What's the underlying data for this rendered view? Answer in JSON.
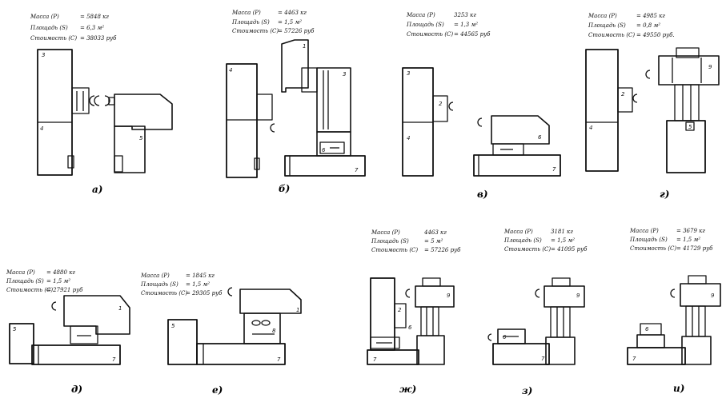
{
  "figure": {
    "panels": [
      {
        "id": "a",
        "caption": "а)",
        "specs": [
          {
            "label": "Масса (Р)",
            "value": "= 5848 кг"
          },
          {
            "label": "Площадь (S)",
            "value": "= 6,3 м²"
          },
          {
            "label": "Стоимость (С)",
            "value": "= 38033  руб"
          }
        ],
        "parts": [
          "3",
          "4",
          "5"
        ]
      },
      {
        "id": "b",
        "caption": "б)",
        "specs": [
          {
            "label": "Масса (Р)",
            "value": "= 4463 кг"
          },
          {
            "label": "Площадь (S)",
            "value": "= 1,5 м²"
          },
          {
            "label": "Стоимость (С)",
            "value": "= 57226  руб"
          }
        ],
        "parts": [
          "1",
          "3",
          "4",
          "6",
          "7"
        ]
      },
      {
        "id": "v",
        "caption": "в)",
        "specs": [
          {
            "label": "Масса (Р)",
            "value": "3253 кг"
          },
          {
            "label": "Площадь (S)",
            "value": "= 1,3 м²"
          },
          {
            "label": "Стоимость (С)",
            "value": "= 44565  руб"
          }
        ],
        "parts": [
          "2",
          "3",
          "4",
          "6",
          "7"
        ]
      },
      {
        "id": "g",
        "caption": "г)",
        "specs": [
          {
            "label": "Масса (Р)",
            "value": "= 4985 кг"
          },
          {
            "label": "Площадь (S)",
            "value": "= 0,8 м²"
          },
          {
            "label": "Стоимость (С)",
            "value": "= 49550 руб."
          }
        ],
        "parts": [
          "2",
          "4",
          "5",
          "9"
        ]
      },
      {
        "id": "d",
        "caption": "д)",
        "specs": [
          {
            "label": "Масса (Р)",
            "value": "= 4880 кг"
          },
          {
            "label": "Площадь (S)",
            "value": "= 1,5 м²"
          },
          {
            "label": "Стоимость (С)",
            "value": "= 27921 руб"
          }
        ],
        "parts": [
          "1",
          "5",
          "7"
        ]
      },
      {
        "id": "e",
        "caption": "е)",
        "specs": [
          {
            "label": "Масса (Р)",
            "value": "= 1845 кг"
          },
          {
            "label": "Площадь (S)",
            "value": "= 1,5 м²"
          },
          {
            "label": "Стоимость (С)",
            "value": "= 29305 руб"
          }
        ],
        "parts": [
          "1",
          "5",
          "7",
          "8"
        ]
      },
      {
        "id": "zh",
        "caption": "ж)",
        "specs": [
          {
            "label": "Масса (Р)",
            "value": "4463 кг"
          },
          {
            "label": "Площадь (S)",
            "value": "= 5 м²"
          },
          {
            "label": "Стоимость (С)",
            "value": "= 57226  руб"
          }
        ],
        "parts": [
          "2",
          "6",
          "7",
          "9"
        ]
      },
      {
        "id": "z",
        "caption": "з)",
        "specs": [
          {
            "label": "Масса (Р)",
            "value": "3181 кг"
          },
          {
            "label": "Площадь (S)",
            "value": "= 1,5 м²"
          },
          {
            "label": "Стоимость (С)",
            "value": "= 41095  руб"
          }
        ],
        "parts": [
          "6",
          "7",
          "9"
        ]
      },
      {
        "id": "i",
        "caption": "и)",
        "specs": [
          {
            "label": "Масса (Р)",
            "value": "= 3679 кг"
          },
          {
            "label": "Площадь (S)",
            "value": "= 1,5 м²"
          },
          {
            "label": "Стоимость (С)",
            "value": "= 41729  руб"
          }
        ],
        "parts": [
          "6",
          "7",
          "9"
        ]
      }
    ]
  }
}
